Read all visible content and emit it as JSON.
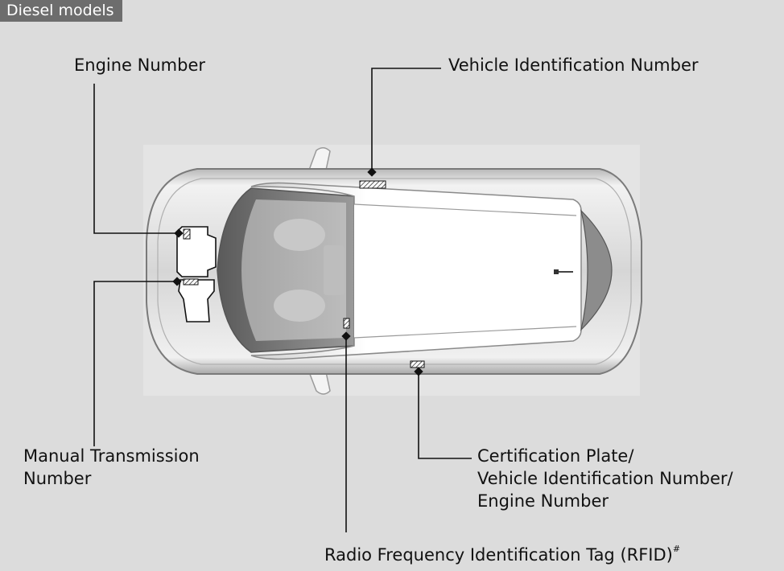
{
  "section_tag": "Diesel models",
  "labels": {
    "engine_number": "Engine Number",
    "vin": "Vehicle Identification Number",
    "manual_transmission_line1": "Manual Transmission",
    "manual_transmission_line2": "Number",
    "cert_line1": "Certification Plate/",
    "cert_line2": "Vehicle Identification Number/",
    "cert_line3": "Engine Number",
    "rfid": "Radio Frequency Identification Tag (RFID)",
    "rfid_mark": "#"
  }
}
